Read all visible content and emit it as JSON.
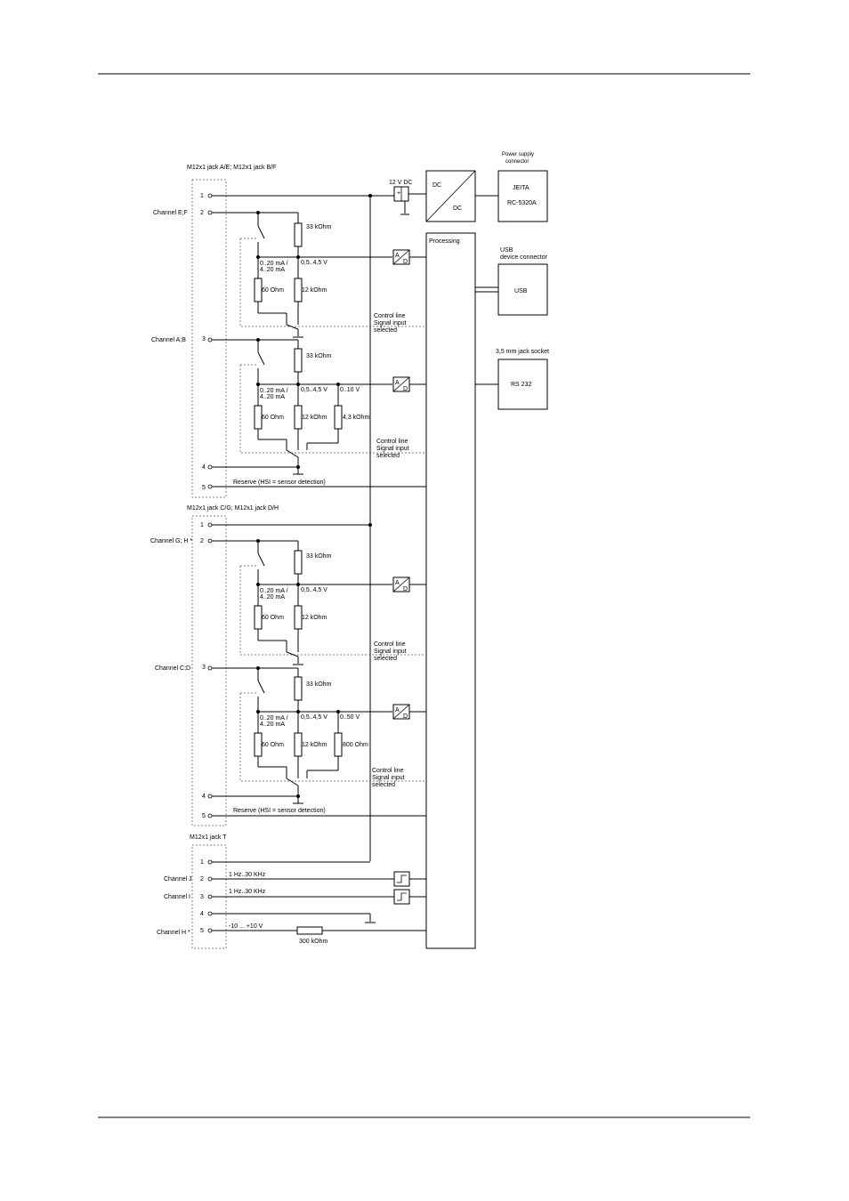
{
  "jacks": {
    "ae_bf": "M12x1 jack A/E; M12x1 jack B/F",
    "cg_dh": "M12x1 jack C/G; M12x1 jack D/H",
    "t": "M12x1 jack T"
  },
  "channels": {
    "ef": "Channel E;F",
    "ab": "Channel A;B",
    "gh": "Channel G; H *",
    "cd": "Channel C;D",
    "j": "Channel J",
    "i": "Channel I",
    "h": "Channel H *"
  },
  "pins": {
    "p1": "1",
    "p2": "2",
    "p3": "3",
    "p4": "4",
    "p5": "5"
  },
  "power": {
    "supply_line1": "Power supply",
    "supply_line2": "connector",
    "dc_label": "12 V DC",
    "dc_in": "DC",
    "dc_out": "DC",
    "jeita": "JEITA",
    "rc": "RC-5320A"
  },
  "processing": "Processing",
  "usb": {
    "title_line1": "USB",
    "title_line2": "device connector",
    "box": "USB"
  },
  "rs232": {
    "title": "3,5 mm jack socket",
    "box": "RS 232"
  },
  "components": {
    "r33k": "33 kOhm",
    "r60": "60 Ohm",
    "r12k": "12 kOhm",
    "r43k": "4,3 kOhm",
    "r800": "800 Ohm",
    "r300k": "300 kOhm",
    "ma_line1": "0..20 mA /",
    "ma_line2": "4..20 mA",
    "v45": "0,5..4,5 V",
    "v10": "0..10 V",
    "v50": "0..50 V",
    "adc_a": "A",
    "adc_d": "D"
  },
  "control": {
    "line1": "Control line",
    "line2": "Signal input",
    "line3": "selected"
  },
  "reserve": "Reserve (HSI = sensor detection)",
  "freq": {
    "j": "1 Hz..30 KHz",
    "i": "1 Hz..30 KHz"
  },
  "volt_h": "-10 ... +10 V",
  "colors": {
    "line": "#000000",
    "dashed": "#555555",
    "background": "#ffffff"
  }
}
